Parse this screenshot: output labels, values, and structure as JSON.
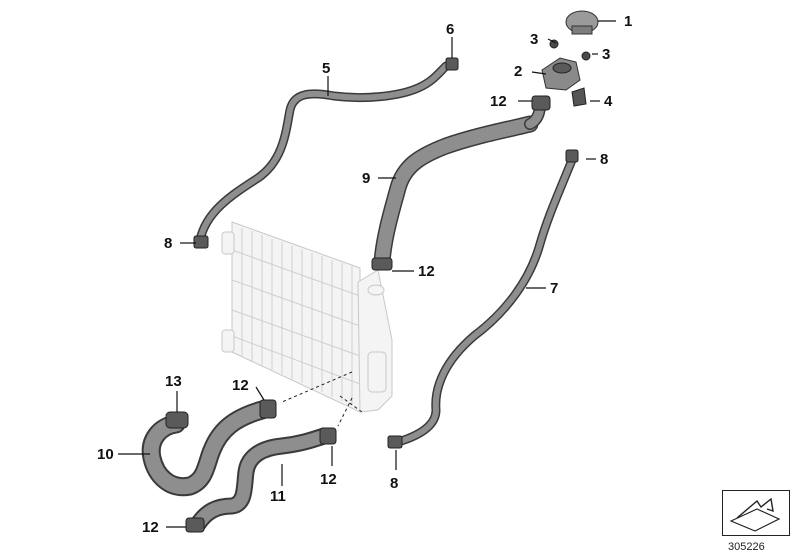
{
  "callouts": {
    "c1": "1",
    "c2": "2",
    "c3a": "3",
    "c3b": "3",
    "c4": "4",
    "c5": "5",
    "c6": "6",
    "c7": "7",
    "c8a": "8",
    "c8b": "8",
    "c8c": "8",
    "c9": "9",
    "c10": "10",
    "c11": "11",
    "c12a": "12",
    "c12b": "12",
    "c12c": "12",
    "c12d": "12",
    "c12e": "12",
    "c13": "13"
  },
  "reference_number": "305226",
  "icons": {
    "reference_symbol": "parts-reference-arrow-icon"
  },
  "colors": {
    "hose": "#8e8e8e",
    "outline": "#3a3a3a",
    "radiator_ghost": "#c8c8c8"
  }
}
